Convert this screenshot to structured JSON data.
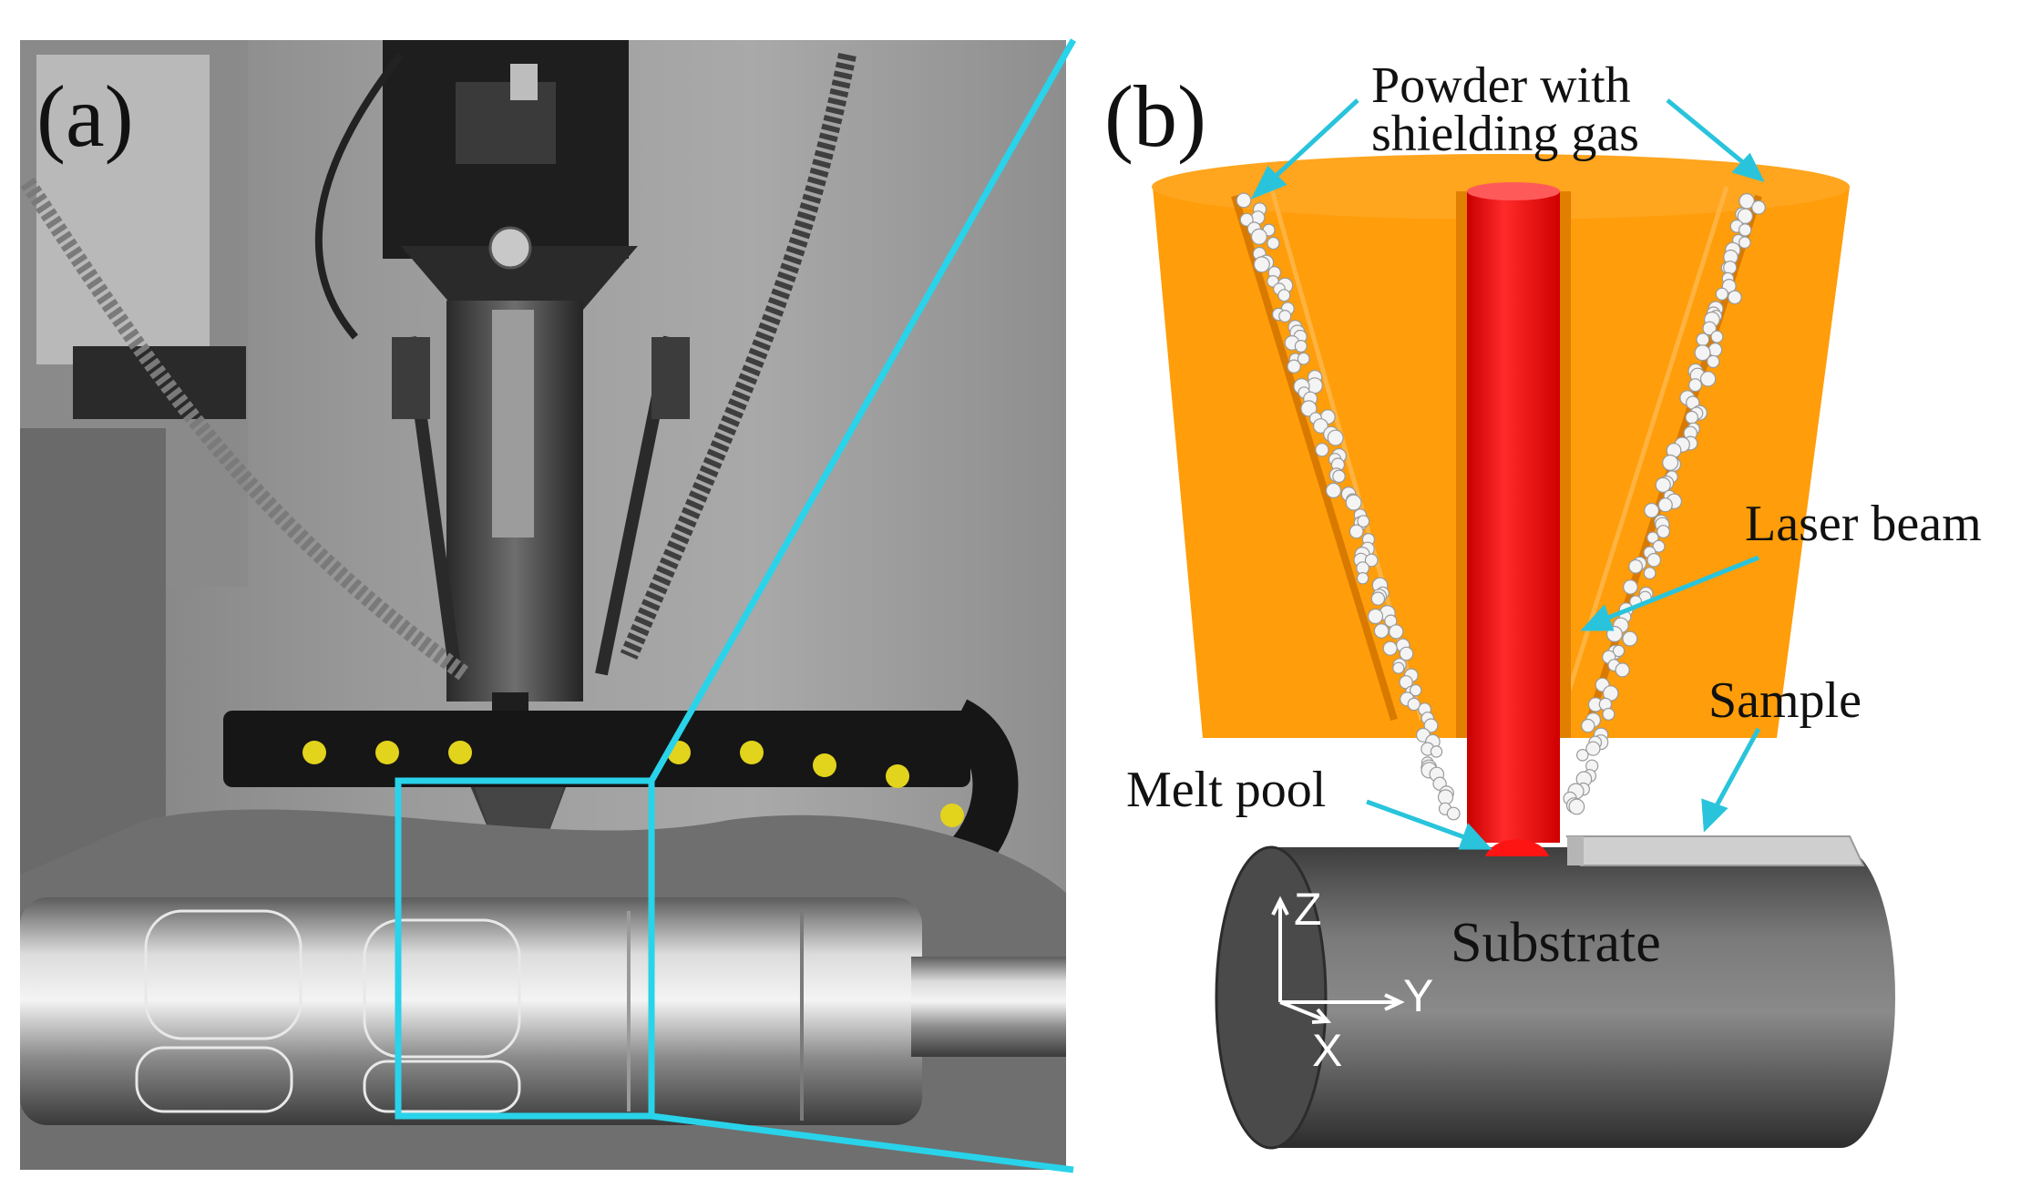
{
  "panels": {
    "a": {
      "label": "(a)"
    },
    "b": {
      "label": "(b)"
    }
  },
  "annotations": {
    "powder_line1": "Powder with",
    "powder_line2": "shielding gas",
    "laser_beam": "Laser beam",
    "sample": "Sample",
    "melt_pool": "Melt pool",
    "substrate": "Substrate"
  },
  "axes": {
    "z": "Z",
    "y": "Y",
    "x": "X"
  },
  "colors": {
    "zoom_box": "#29d3ea",
    "arrow": "#29c4dc",
    "nozzle": "#ff9d0a",
    "nozzle_edge": "#d87a00",
    "laser": "#ff1414",
    "substrate": "#686868",
    "powder": "#f4f4f4"
  }
}
